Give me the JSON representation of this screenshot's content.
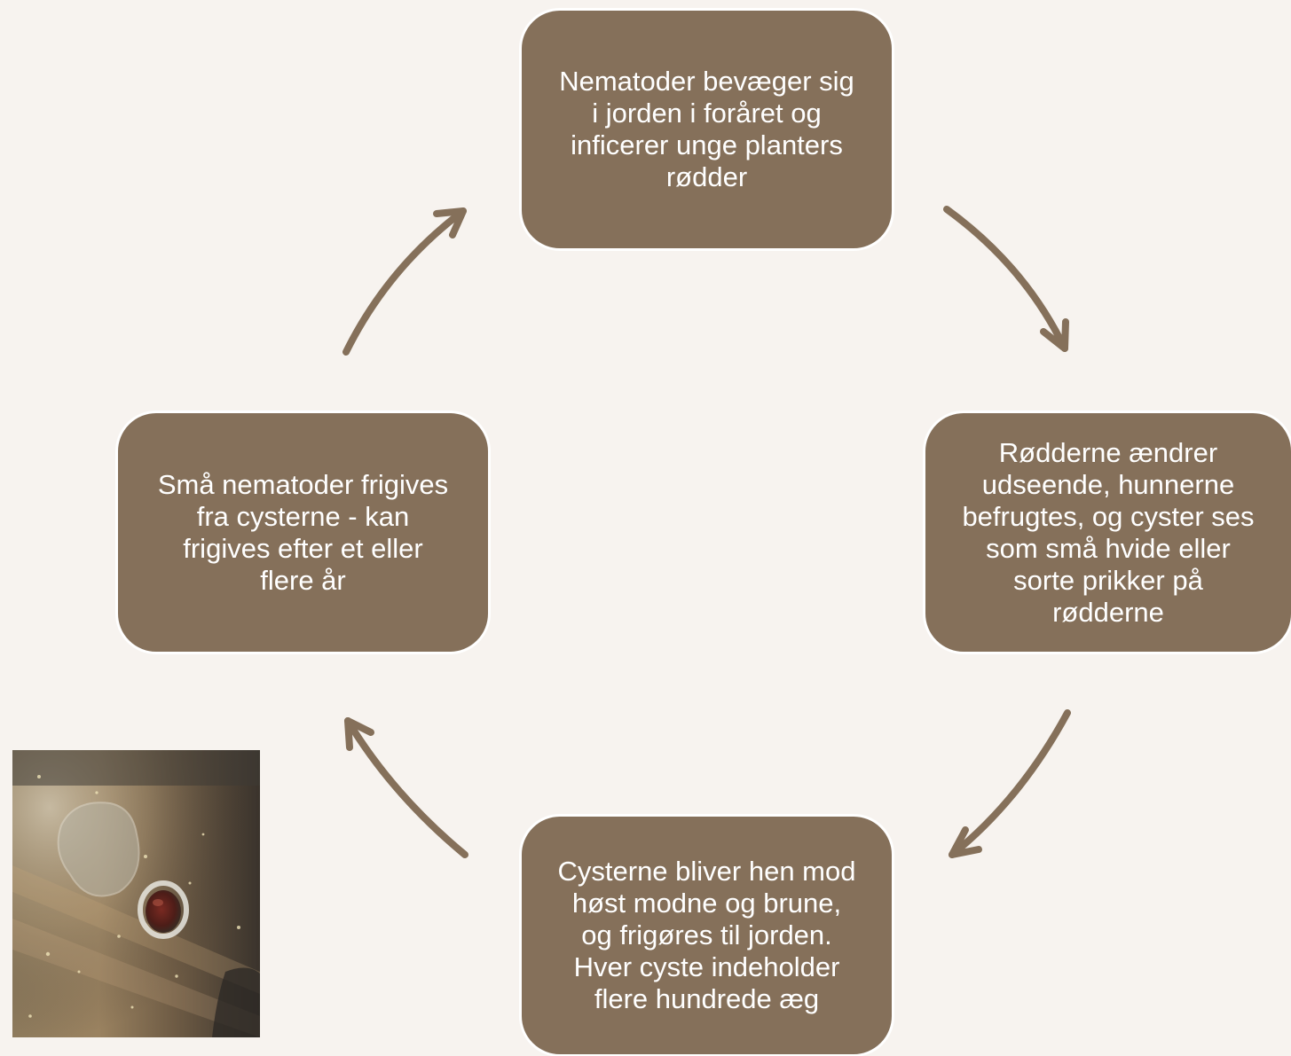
{
  "cycle_steps": {
    "top": "Nematoder bevæger sig\ni jorden i foråret og\ninficerer unge planters\nrødder",
    "right": "Rødderne ændrer\nudseende, hunnerne\nbefrugtes, og cyster ses\nsom små hvide eller\nsorte prikker på\nrødderne",
    "bottom": "Cysterne bliver hen mod\nhøst modne og brune,\nog frigøres til jorden.\nHver cyste indeholder\nflere hundrede æg",
    "left": "Små nematoder frigives\nfra cysterne - kan\nfrigives efter et eller\nflere år"
  },
  "colors": {
    "background": "#f7f3ef",
    "box_fill": "#85705a",
    "box_border": "#ffffff",
    "arrow": "#85705a",
    "text": "#ffffff"
  },
  "photo": {
    "subject": "microscope-photo-of-nematode-cyst"
  }
}
